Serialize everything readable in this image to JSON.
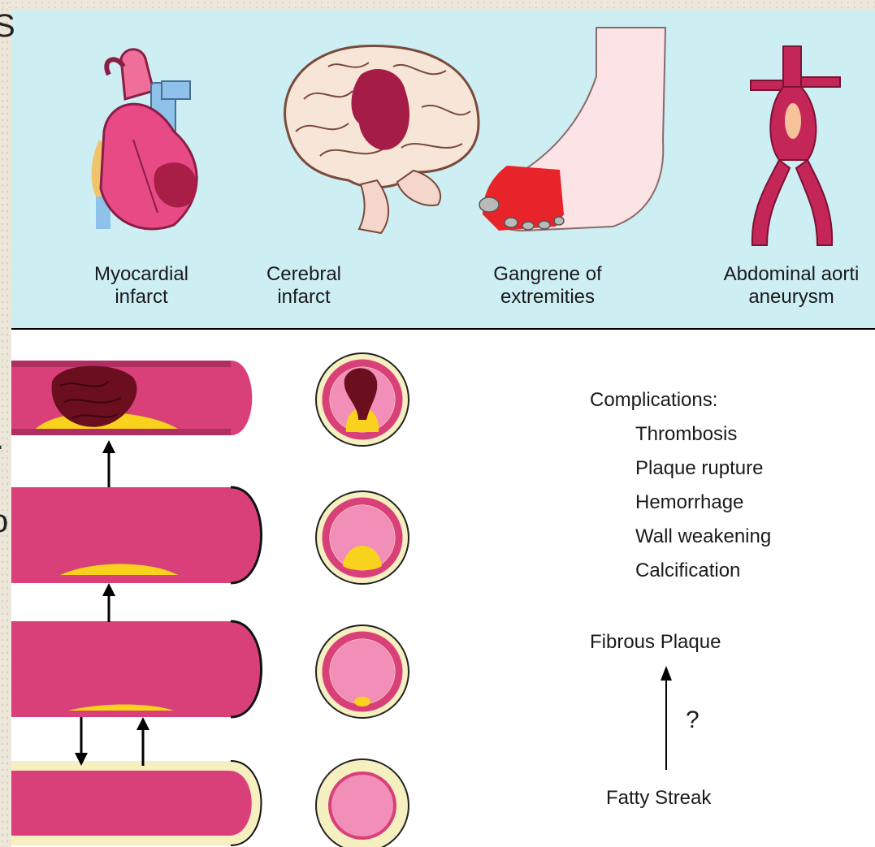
{
  "slide_fragments": [
    "S",
    ".",
    "o"
  ],
  "organs": [
    {
      "label": "Myocardial\ninfarct",
      "icon": "heart-icon"
    },
    {
      "label": "Cerebral\ninfarct",
      "icon": "brain-icon"
    },
    {
      "label": "Gangrene of\nextremities",
      "icon": "foot-icon"
    },
    {
      "label": "Abdominal aorti\naneurysm",
      "icon": "aorta-icon"
    }
  ],
  "complications": {
    "heading": "Complications:",
    "items": [
      "Thrombosis",
      "Plaque rupture",
      "Hemorrhage",
      "Wall weakening",
      "Calcification"
    ]
  },
  "progression": {
    "upper": "Fibrous Plaque",
    "question": "?",
    "lower": "Fatty Streak"
  },
  "colors": {
    "panel_bg": "#cdeef3",
    "vessel": "#d9407a",
    "vessel_dark": "#a82558",
    "lumen_pink": "#f28fb8",
    "adventitia": "#f6efc0",
    "plaque": "#f8d21c",
    "thrombus": "#6b0f1f"
  }
}
